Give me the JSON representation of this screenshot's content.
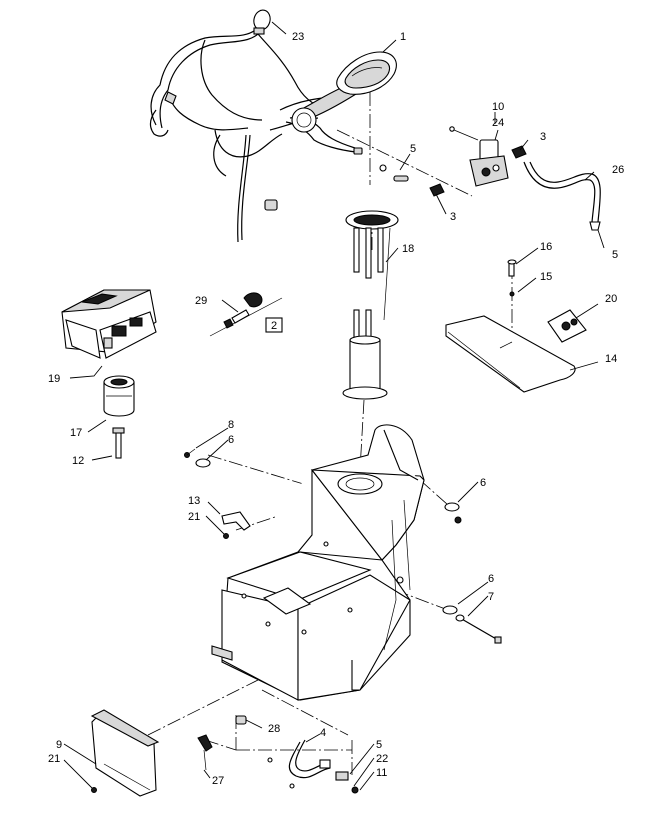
{
  "diagram": {
    "callouts": {
      "c1": "1",
      "c2": "2",
      "c3a": "3",
      "c3b": "3",
      "c4": "4",
      "c5a": "5",
      "c5b": "5",
      "c5c": "5",
      "c6a": "6",
      "c6b": "6",
      "c6c": "6",
      "c7": "7",
      "c8": "8",
      "c9": "9",
      "c10": "10",
      "c11": "11",
      "c12": "12",
      "c13": "13",
      "c14": "14",
      "c15": "15",
      "c16": "16",
      "c17": "17",
      "c18": "18",
      "c19": "19",
      "c20": "20",
      "c21a": "21",
      "c21b": "21",
      "c22": "22",
      "c23": "23",
      "c24": "24",
      "c26": "26",
      "c27": "27",
      "c28": "28",
      "c29": "29"
    }
  }
}
